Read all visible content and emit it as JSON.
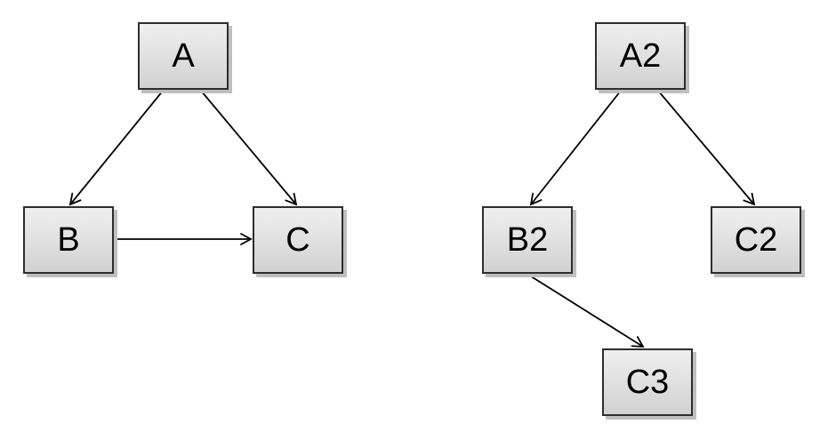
{
  "diagram": {
    "background": "#ffffff",
    "node_style": {
      "fill_top": "#efefef",
      "fill_bottom": "#d2d2d2",
      "border_color": "#2d2d2d",
      "shadow_color": "#bfbfbf",
      "text_color": "#000000"
    },
    "edge_color": "#000000",
    "nodes": {
      "A": {
        "label": "A"
      },
      "B": {
        "label": "B"
      },
      "C": {
        "label": "C"
      },
      "A2": {
        "label": "A2"
      },
      "B2": {
        "label": "B2"
      },
      "C2": {
        "label": "C2"
      },
      "C3": {
        "label": "C3"
      }
    },
    "graphs": [
      {
        "id": "left-graph",
        "node_ids": [
          "A",
          "B",
          "C"
        ],
        "edges": [
          {
            "from": "A",
            "to": "B"
          },
          {
            "from": "A",
            "to": "C"
          },
          {
            "from": "B",
            "to": "C"
          }
        ]
      },
      {
        "id": "right-graph",
        "node_ids": [
          "A2",
          "B2",
          "C2",
          "C3"
        ],
        "edges": [
          {
            "from": "A2",
            "to": "B2"
          },
          {
            "from": "A2",
            "to": "C2"
          },
          {
            "from": "B2",
            "to": "C3"
          }
        ]
      }
    ]
  }
}
